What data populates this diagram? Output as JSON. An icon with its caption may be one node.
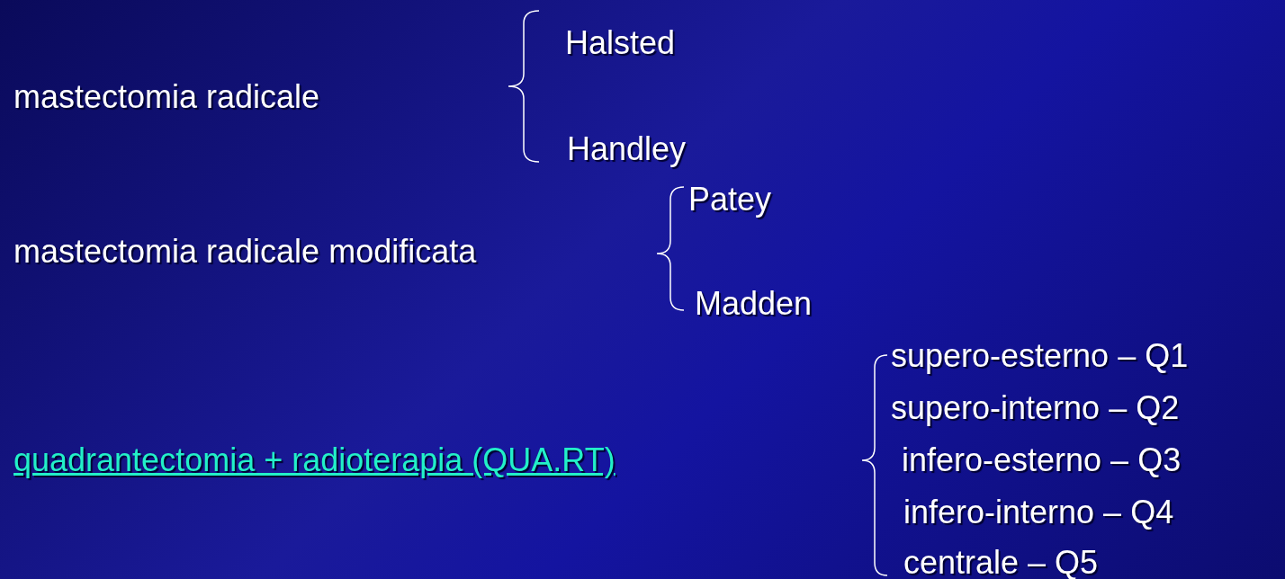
{
  "diagram": {
    "labels": [
      "Halsted",
      "mastectomia radicale",
      "Handley",
      "Patey",
      "mastectomia radicale modificata",
      "Madden",
      "supero-esterno – Q1",
      "supero-interno – Q2",
      "quadrantectomia + radioterapia (QUA.RT)",
      "infero-esterno – Q3",
      "infero-interno – Q4",
      "centrale – Q5"
    ]
  }
}
